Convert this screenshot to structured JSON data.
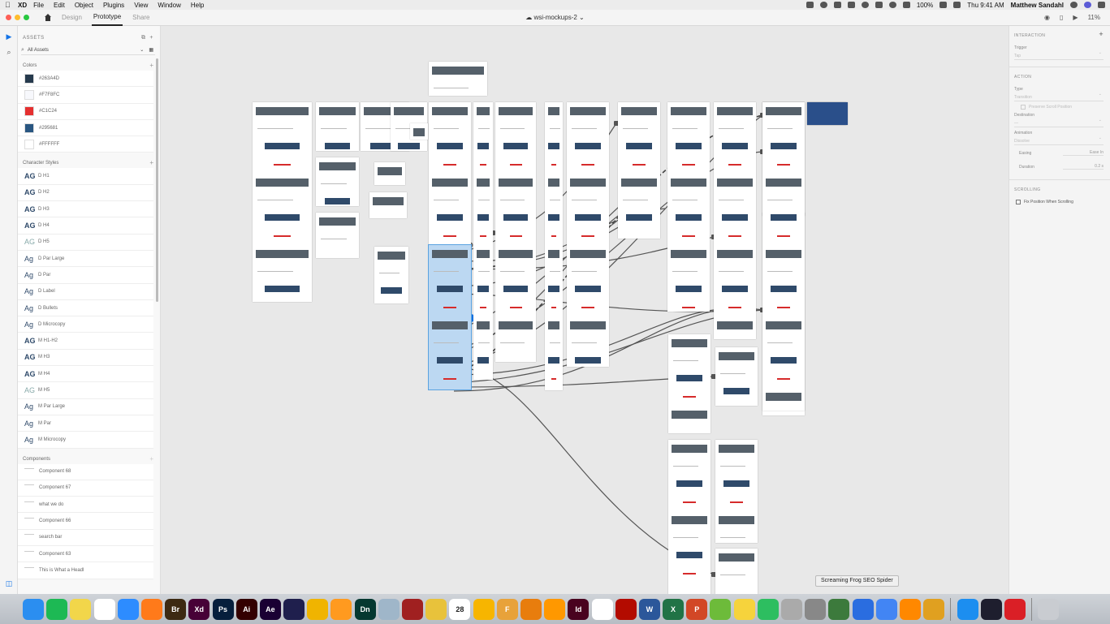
{
  "menubar": {
    "app_name": "XD",
    "menus": [
      "File",
      "Edit",
      "Object",
      "Plugins",
      "View",
      "Window",
      "Help"
    ],
    "battery": "100%",
    "clock": "Thu 9:41 AM",
    "user": "Matthew Sandahl"
  },
  "toolbar": {
    "tabs": [
      "Design",
      "Prototype",
      "Share"
    ],
    "active_tab": "Prototype",
    "document_title": "wsi-mockups-2",
    "zoom": "11%"
  },
  "assets": {
    "header": "ASSETS",
    "filter": "All Assets",
    "colors_label": "Colors",
    "colors": [
      {
        "name": "#263A4D",
        "hex": "#263A4D"
      },
      {
        "name": "#F7F8FC",
        "hex": "#F7F8FC"
      },
      {
        "name": "#C1C24",
        "hex": "#E52F2F"
      },
      {
        "name": "#295681",
        "hex": "#295681"
      },
      {
        "name": "#FFFFFF",
        "hex": "#FFFFFF"
      }
    ],
    "char_styles_label": "Character Styles",
    "char_styles": [
      {
        "glyph": "AG",
        "name": "D H1",
        "weight": "bold"
      },
      {
        "glyph": "AG",
        "name": "D H2",
        "weight": "bold"
      },
      {
        "glyph": "AG",
        "name": "D H3",
        "weight": "bold"
      },
      {
        "glyph": "AG",
        "name": "D H4",
        "weight": "bold"
      },
      {
        "glyph": "AG",
        "name": "D H5",
        "weight": "light"
      },
      {
        "glyph": "Ag",
        "name": "D Par Large",
        "weight": "normal"
      },
      {
        "glyph": "Ag",
        "name": "D Par",
        "weight": "normal"
      },
      {
        "glyph": "Ag",
        "name": "D Label",
        "weight": "normal"
      },
      {
        "glyph": "Ag",
        "name": "D Bullets",
        "weight": "normal"
      },
      {
        "glyph": "Ag",
        "name": "D Microcopy",
        "weight": "normal"
      },
      {
        "glyph": "AG",
        "name": "M H1-H2",
        "weight": "bold"
      },
      {
        "glyph": "AG",
        "name": "M H3",
        "weight": "bold"
      },
      {
        "glyph": "AG",
        "name": "M H4",
        "weight": "bold"
      },
      {
        "glyph": "AG",
        "name": "M H5",
        "weight": "light"
      },
      {
        "glyph": "Ag",
        "name": "M Par Large",
        "weight": "normal"
      },
      {
        "glyph": "Ag",
        "name": "M Par",
        "weight": "normal"
      },
      {
        "glyph": "Ag",
        "name": "M Microcopy",
        "weight": "normal"
      }
    ],
    "components_label": "Components",
    "components": [
      "Component 68",
      "Component 67",
      "what we do",
      "Component 66",
      "search bar",
      "Component 63",
      "This is What a Headl"
    ]
  },
  "inspector": {
    "interaction_header": "INTERACTION",
    "trigger_label": "Trigger",
    "trigger_value": "Tap",
    "action_header": "ACTION",
    "type_label": "Type",
    "type_value": "Transition",
    "preserve_label": "Preserve Scroll Position",
    "destination_label": "Destination",
    "destination_value": "—",
    "animation_label": "Animation",
    "animation_value": "Dissolve",
    "easing_label": "Easing",
    "easing_value": "Ease In",
    "duration_label": "Duration",
    "duration_value": "0.2 s",
    "scrolling_header": "SCROLLING",
    "fix_position_label": "Fix Position When Scrolling"
  },
  "tooltip": "Screaming Frog SEO Spider",
  "dock": {
    "apps": [
      {
        "name": "finder",
        "label": "",
        "color": "#2b8ef0"
      },
      {
        "name": "spotify",
        "label": "",
        "color": "#1db954"
      },
      {
        "name": "basecamp",
        "label": "",
        "color": "#f2d64a"
      },
      {
        "name": "slack",
        "label": "",
        "color": "#ffffff"
      },
      {
        "name": "zoom",
        "label": "",
        "color": "#2d8cff"
      },
      {
        "name": "firefox",
        "label": "",
        "color": "#ff7a1a"
      },
      {
        "name": "bridge",
        "label": "Br",
        "color": "#3d2a12"
      },
      {
        "name": "xd",
        "label": "Xd",
        "color": "#470137"
      },
      {
        "name": "photoshop",
        "label": "Ps",
        "color": "#061e3c"
      },
      {
        "name": "illustrator",
        "label": "Ai",
        "color": "#330000"
      },
      {
        "name": "after-effects",
        "label": "Ae",
        "color": "#1a0033"
      },
      {
        "name": "media-encoder",
        "label": "",
        "color": "#1f1f4d"
      },
      {
        "name": "chrome-canary",
        "label": "",
        "color": "#f0b400"
      },
      {
        "name": "transmit",
        "label": "",
        "color": "#ff9a1f"
      },
      {
        "name": "dimension",
        "label": "Dn",
        "color": "#053830"
      },
      {
        "name": "preview",
        "label": "",
        "color": "#9fb6c9"
      },
      {
        "name": "photo-booth",
        "label": "",
        "color": "#a02020"
      },
      {
        "name": "cyberduck",
        "label": "",
        "color": "#e8c23b"
      },
      {
        "name": "calendar",
        "label": "28",
        "color": "#ffffff"
      },
      {
        "name": "sketch",
        "label": "",
        "color": "#f7b500"
      },
      {
        "name": "fontlab",
        "label": "F",
        "color": "#e8a23a"
      },
      {
        "name": "blender",
        "label": "",
        "color": "#e87d0d"
      },
      {
        "name": "sublime",
        "label": "",
        "color": "#ff9800"
      },
      {
        "name": "indesign",
        "label": "Id",
        "color": "#49021f"
      },
      {
        "name": "1password",
        "label": "",
        "color": "#ffffff"
      },
      {
        "name": "acrobat",
        "label": "",
        "color": "#b30b00"
      },
      {
        "name": "word",
        "label": "W",
        "color": "#2b579a"
      },
      {
        "name": "excel",
        "label": "X",
        "color": "#217346"
      },
      {
        "name": "powerpoint",
        "label": "P",
        "color": "#d24726"
      },
      {
        "name": "screaming-frog",
        "label": "",
        "color": "#6dbb3a"
      },
      {
        "name": "cyberduck-2",
        "label": "",
        "color": "#f6d33c"
      },
      {
        "name": "evernote",
        "label": "",
        "color": "#2dbe60"
      },
      {
        "name": "vacuum",
        "label": "",
        "color": "#aaaaaa"
      },
      {
        "name": "system-prefs",
        "label": "",
        "color": "#888888"
      },
      {
        "name": "gear-tool",
        "label": "",
        "color": "#3c7a3c"
      },
      {
        "name": "firefox-dev",
        "label": "",
        "color": "#2a6de0"
      },
      {
        "name": "chrome",
        "label": "",
        "color": "#4285f4"
      },
      {
        "name": "vlc",
        "label": "",
        "color": "#ff8800"
      },
      {
        "name": "basketball",
        "label": "",
        "color": "#e0a020"
      },
      {
        "name": "safari",
        "label": "",
        "color": "#1c8ef0"
      },
      {
        "name": "quicktime",
        "label": "",
        "color": "#1e1e2e"
      },
      {
        "name": "creative-cloud",
        "label": "",
        "color": "#da1f26"
      },
      {
        "name": "trash",
        "label": "",
        "color": "#c9ccd1"
      }
    ]
  }
}
